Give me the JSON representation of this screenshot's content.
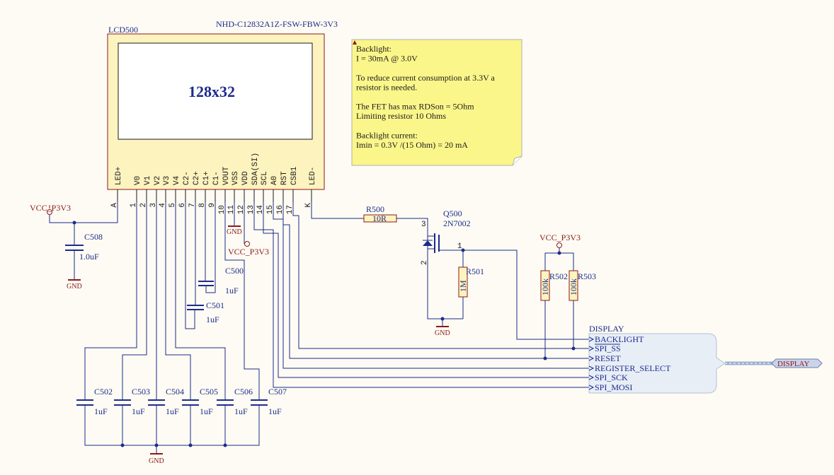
{
  "lcd": {
    "designator": "LCD500",
    "part_number": "NHD-C12832A1Z-FSW-FBW-3V3",
    "display_text": "128x32",
    "pins": [
      {
        "name": "LED+",
        "num": "A"
      },
      {
        "name": "V0",
        "num": "1"
      },
      {
        "name": "V1",
        "num": "2"
      },
      {
        "name": "V2",
        "num": "3"
      },
      {
        "name": "V3",
        "num": "4"
      },
      {
        "name": "V4",
        "num": "5"
      },
      {
        "name": "C2-",
        "num": "6"
      },
      {
        "name": "C2+",
        "num": "7"
      },
      {
        "name": "C1+",
        "num": "8"
      },
      {
        "name": "C1-",
        "num": "9"
      },
      {
        "name": "VOUT",
        "num": "10"
      },
      {
        "name": "VSS",
        "num": "11"
      },
      {
        "name": "VDD",
        "num": "12"
      },
      {
        "name": "SDA(SI)",
        "num": "13"
      },
      {
        "name": "SCL",
        "num": "14"
      },
      {
        "name": "A0",
        "num": "15"
      },
      {
        "name": "RST",
        "num": "16"
      },
      {
        "name": "CSB1",
        "num": "17"
      },
      {
        "name": "LED-",
        "num": "K"
      }
    ]
  },
  "note": {
    "lines": [
      "Backlight:",
      "I = 30mA @ 3.0V",
      "",
      "To reduce current consumption at 3.3V a",
      "resistor is needed.",
      "",
      "The FET has max RDSon = 5Ohm",
      "Limiting resistor 10 Ohms",
      "",
      "Backlight current:",
      "Imin = 0.3V /(15 Ohm) = 20 mA"
    ]
  },
  "power": {
    "vcc": "VCC_P3V3",
    "gnd": "GND"
  },
  "components": {
    "c508": {
      "ref": "C508",
      "value": "1.0uF"
    },
    "c500": {
      "ref": "C500",
      "value": "1uF"
    },
    "c501": {
      "ref": "C501",
      "value": "1uF"
    },
    "c502": {
      "ref": "C502",
      "value": "1uF"
    },
    "c503": {
      "ref": "C503",
      "value": "1uF"
    },
    "c504": {
      "ref": "C504",
      "value": "1uF"
    },
    "c505": {
      "ref": "C505",
      "value": "1uF"
    },
    "c506": {
      "ref": "C506",
      "value": "1uF"
    },
    "c507": {
      "ref": "C507",
      "value": "1uF"
    },
    "r500": {
      "ref": "R500",
      "value": "10R"
    },
    "r501": {
      "ref": "R501",
      "value": "1M"
    },
    "r502": {
      "ref": "R502",
      "value": "100k"
    },
    "r503": {
      "ref": "R503",
      "value": "100k"
    },
    "q500": {
      "ref": "Q500",
      "part": "2N7002",
      "pin_d": "3",
      "pin_s": "2",
      "pin_g": "1"
    }
  },
  "bus": {
    "title": "DISPLAY",
    "signals": [
      "BACKLIGHT",
      "SPI_SS",
      "RESET",
      "REGISTER_SELECT",
      "SPI_SCK",
      "SPI_MOSI"
    ],
    "port_label": "DISPLAY"
  },
  "colors": {
    "background": "#fdfbf3",
    "wire": "#1c2b8c",
    "component_body": "#fdf3be",
    "component_border": "#8b1a1a",
    "power_label": "#8b1a1a",
    "note_fill": "#fbf68a",
    "harness_fill": "#e7eef6",
    "port_fill": "#c9d3ec"
  },
  "icons": {
    "power": "vcc-circle-icon",
    "ground": "ground-bar-icon",
    "junction": "junction-dot-icon"
  }
}
